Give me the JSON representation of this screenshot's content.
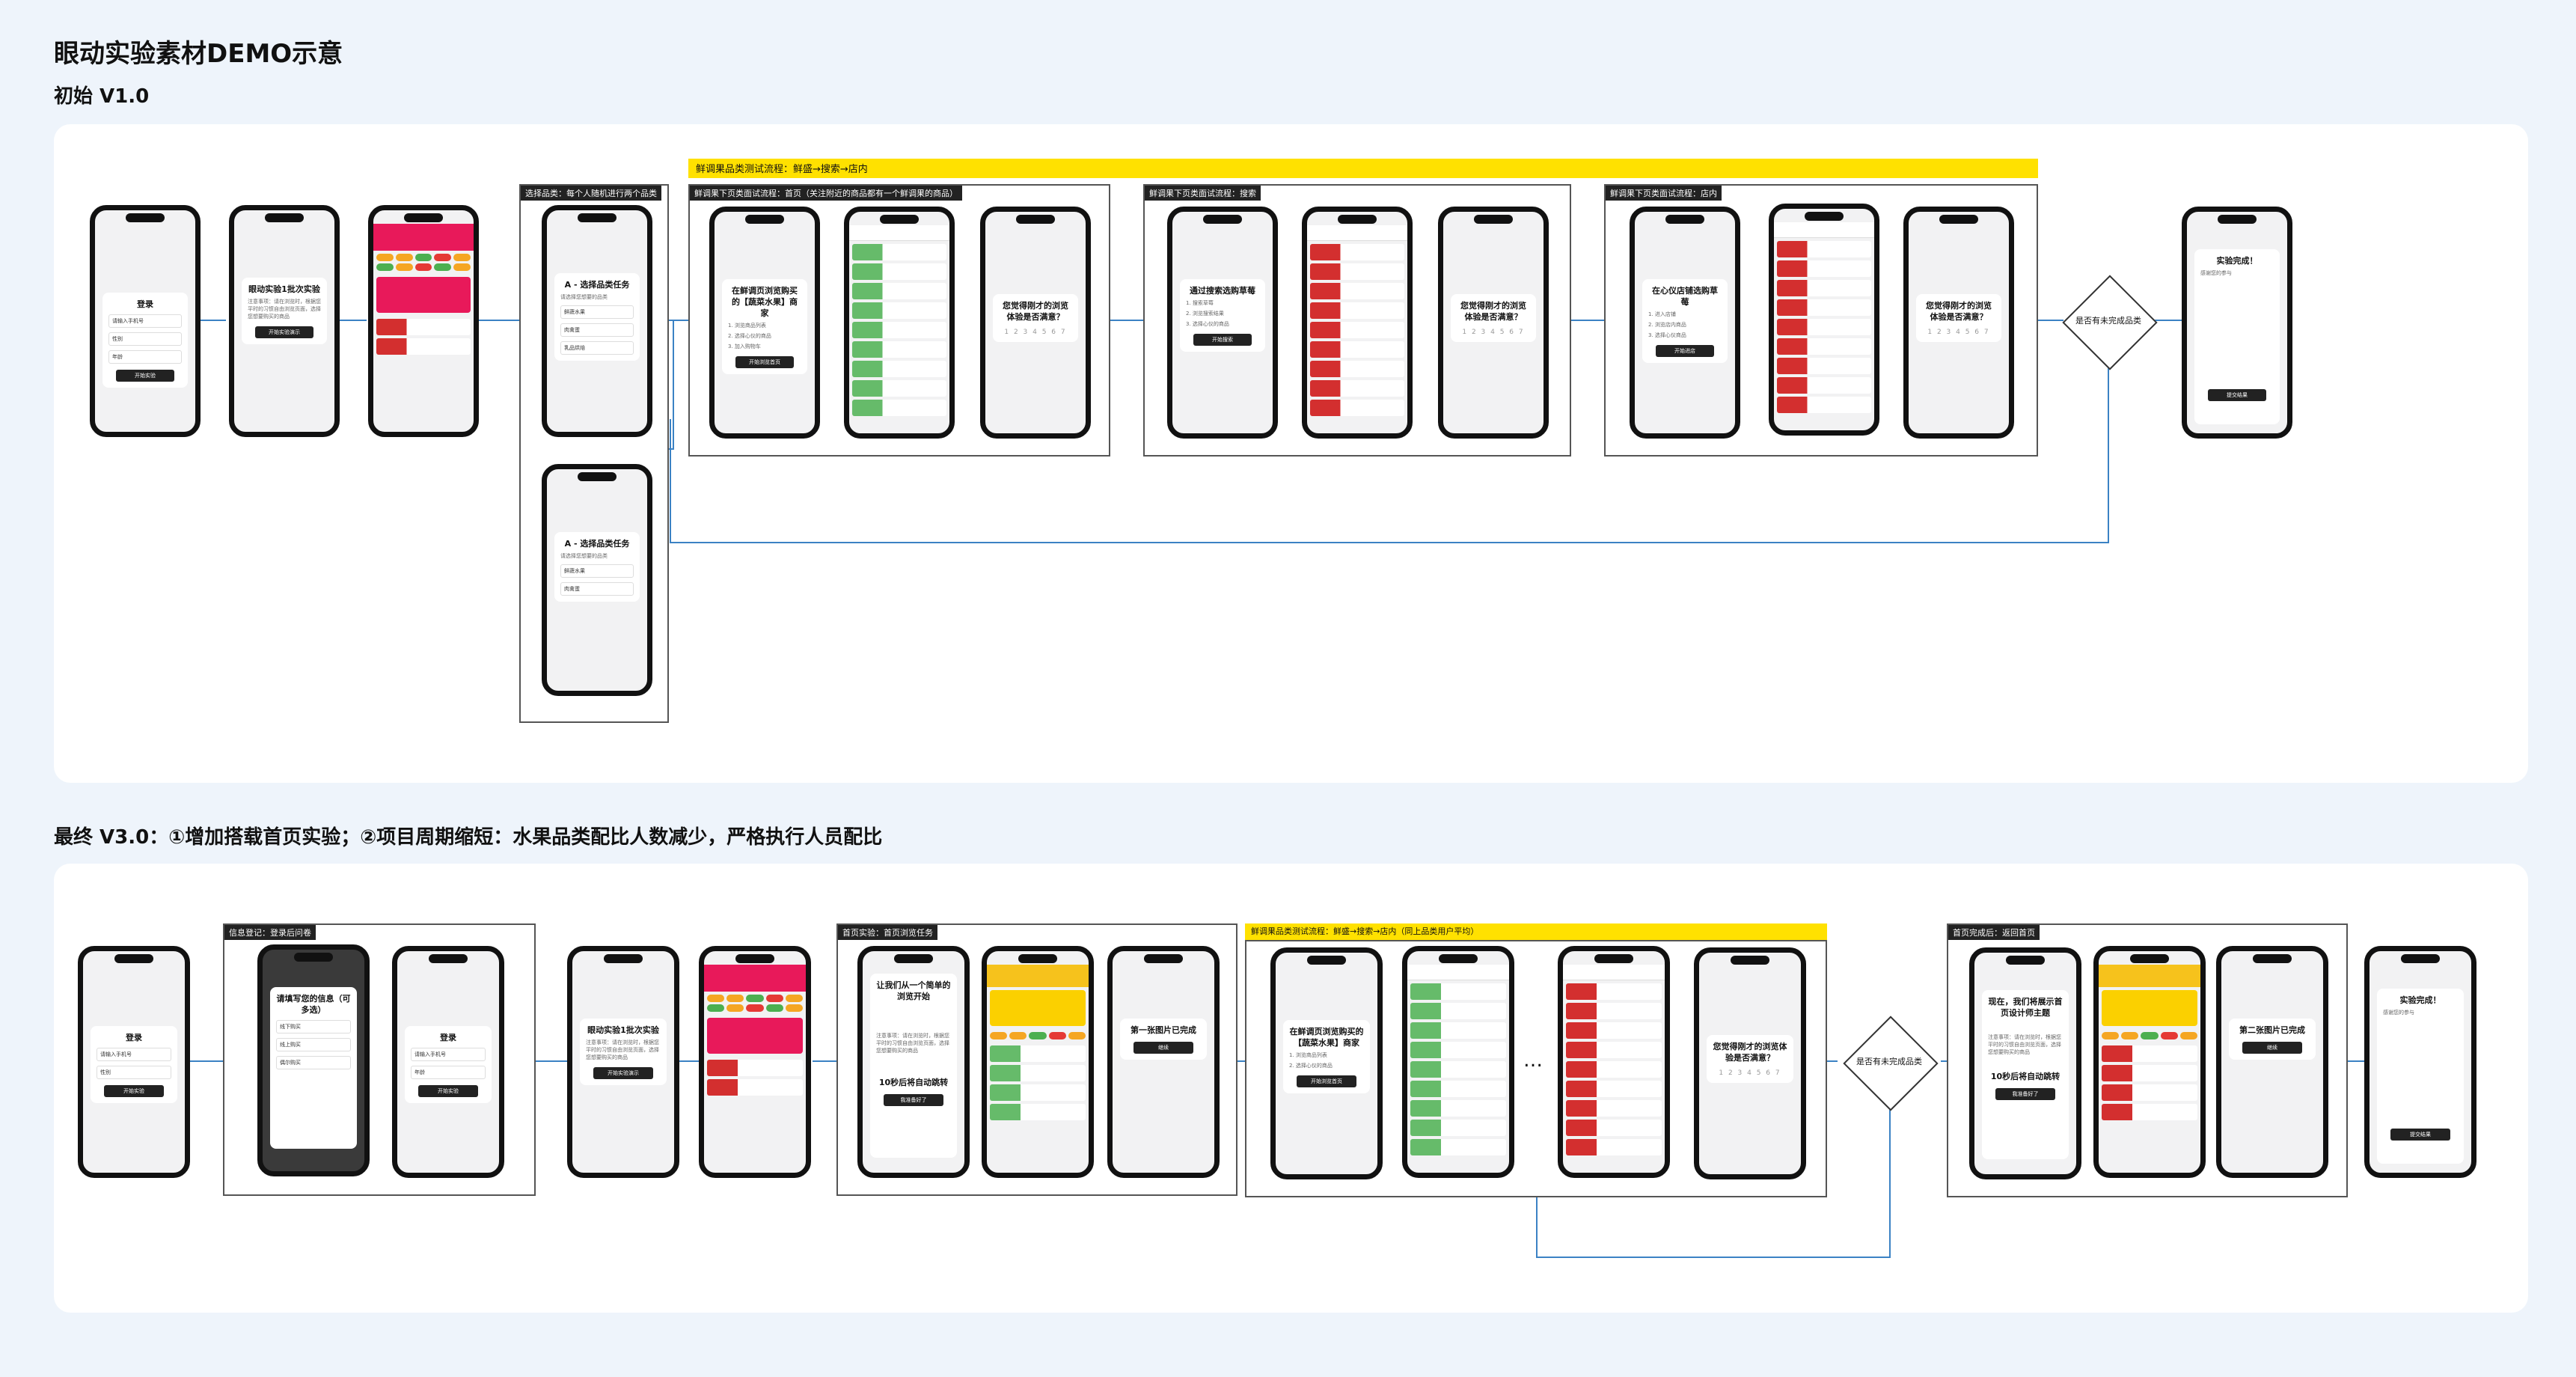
{
  "page": {
    "title": "眼动实验素材DEMO示意",
    "v1_title": "初始 V1.0",
    "v3_title": "最终 V3.0：①增加搭载首页实验；②项目周期缩短：水果品类配比人数减少，严格执行人员配比"
  },
  "v1": {
    "category_group_tag": "选择品类：每个人随机进行两个品类",
    "fresh_banner": "鲜调果品类测试流程：鲜盛→搜索→店内",
    "group1_tag": "鲜调果下页类面试流程：首页（关注附近的商品都有一个鲜调果的商品）",
    "group2_tag": "鲜调果下页类面试流程：搜索",
    "group3_tag": "鲜调果下页类面试流程：店内",
    "decision_label": "是否有未完成品类",
    "login": {
      "title": "登录",
      "placeholder": "请输入手机号",
      "option_a": "性别",
      "option_b": "年龄",
      "button": "开始实验"
    },
    "intro": {
      "title": "眼动实验1批次实验",
      "notes": "注意事项：请在浏览时，根据您平时的习惯自由浏览页面，选择您想要购买的商品",
      "button": "开始实验演示"
    },
    "category_a": {
      "title": "A - 选择品类任务",
      "sub": "请选择您想要的品类",
      "options": [
        "鲜蔬水果",
        "肉禽蛋",
        "乳品烘焙"
      ]
    },
    "category_b": {
      "title": "A - 选择品类任务",
      "sub": "请选择您想要的品类",
      "options": [
        "鲜蔬水果",
        "肉禽蛋"
      ]
    },
    "task_home": {
      "title": "在鲜调页浏览购买的【蔬菜水果】商家",
      "steps": [
        "1. 浏览商品列表",
        "2. 选择心仪的商品",
        "3. 加入购物车"
      ],
      "button": "开始浏览首页"
    },
    "task_search": {
      "title": "通过搜索选购草莓",
      "steps": [
        "1. 搜索草莓",
        "2. 浏览搜索结果",
        "3. 选择心仪的商品"
      ],
      "button": "开始搜索"
    },
    "task_store": {
      "title": "在心仪店铺选购草莓",
      "steps": [
        "1. 进入店铺",
        "2. 浏览店内商品",
        "3. 选择心仪商品"
      ],
      "button": "开始进店"
    },
    "rating": {
      "title": "您觉得刚才的浏览体验是否满意？",
      "scale": "1 2 3 4 5 6 7"
    },
    "done": {
      "title": "实验完成！",
      "text": "感谢您的参与",
      "button": "提交结果"
    }
  },
  "v3": {
    "login_group_tag": "信息登记：登录后问卷",
    "home_group_tag": "首页实验：首页浏览任务",
    "fresh_banner": "鲜调果品类测试流程：鲜盛→搜索→店内（同上品类用户平均）",
    "fresh_group_tag": "鲜调果品类测试流程",
    "final_group_tag": "首页完成后：返回首页",
    "decision_label": "是否有未完成品类",
    "ellipsis": "…",
    "survey": {
      "title": "请填写您的信息（可多选）",
      "items": [
        "线下购买",
        "线上购买",
        "偶尔购买"
      ]
    },
    "intro": {
      "title": "眼动实验1批次实验",
      "button": "开始实验演示"
    },
    "home_task": {
      "title": "让我们从一个简单的浏览开始",
      "sub": "10秒后将自动跳转",
      "button": "我准备好了"
    },
    "pic_done": {
      "title": "第一张图片已完成",
      "button": "继续"
    },
    "pic_done2": {
      "title": "第二张图片已完成",
      "button": "继续"
    },
    "final_intro": {
      "title": "现在，我们将展示首页设计师主题",
      "sub": "10秒后将自动跳转",
      "button": "我准备好了"
    }
  }
}
